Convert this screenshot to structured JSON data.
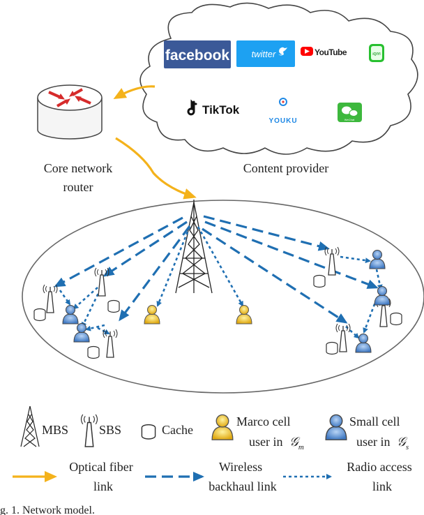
{
  "diagram": {
    "nodes": {
      "router_label_line1": "Core network",
      "router_label_line2": "router",
      "content_provider_label": "Content provider"
    },
    "providers": {
      "facebook": "facebook",
      "twitter": "twitter",
      "youtube": "YouTube",
      "iqiyi": "iQIYI",
      "tiktok": "TikTok",
      "youku": "YOUKU",
      "wechat": "WeChat"
    },
    "legend": {
      "mbs": "MBS",
      "sbs": "SBS",
      "cache": "Cache",
      "macro_user_line1": "Marco cell",
      "macro_user_line2": "user in",
      "macro_user_symbol": "𝒢",
      "macro_user_sub": "m",
      "small_user_line1": "Small cell",
      "small_user_line2": "user in",
      "small_user_symbol": "𝒢",
      "small_user_sub": "s",
      "optical_line1": "Optical fiber",
      "optical_line2": "link",
      "wireless_line1": "Wireless",
      "wireless_line2": "backhaul link",
      "radio_line1": "Radio access",
      "radio_line2": "link"
    },
    "caption": "g. 1.   Network model."
  },
  "colors": {
    "optical": "#f4b21b",
    "wireless": "#1f6fb2",
    "radio": "#1f6fb2",
    "macro_user": "#f0c020",
    "small_user": "#5a8fd0",
    "facebook_bg": "#3b5998",
    "twitter_bg": "#1da1f2",
    "youtube_red": "#ff0000",
    "iqiyi_green": "#28c030",
    "wechat_green": "#3db83d"
  },
  "icons": [
    "router-icon",
    "cloud-shape",
    "tower-icon",
    "sbs-icon",
    "cache-icon",
    "user-icon",
    "arrow-icon"
  ]
}
